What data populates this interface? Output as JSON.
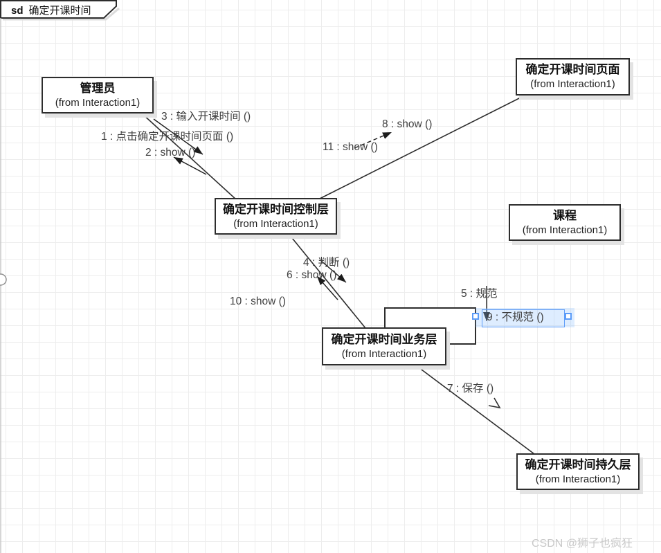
{
  "frame": {
    "tag_label": "sd",
    "title": "确定开课时间"
  },
  "nodes": [
    {
      "title": "管理员",
      "subtitle": "(from Interaction1)"
    },
    {
      "title": "确定开课时间页面",
      "subtitle": "(from Interaction1)"
    },
    {
      "title": "确定开课时间控制层",
      "subtitle": "(from Interaction1)"
    },
    {
      "title": "课程",
      "subtitle": "(from Interaction1)"
    },
    {
      "title": "确定开课时间业务层",
      "subtitle": "(from Interaction1)"
    },
    {
      "title": "确定开课时间持久层",
      "subtitle": "(from Interaction1)"
    }
  ],
  "messages": [
    {
      "text": "1 : 点击确定开课时间页面 ()"
    },
    {
      "text": "2 : show ()"
    },
    {
      "text": "3 : 输入开课时间 ()"
    },
    {
      "text": "4 : 判断 ()"
    },
    {
      "text": "5 : 规范"
    },
    {
      "text": "6 : show ()"
    },
    {
      "text": "7 : 保存 ()"
    },
    {
      "text": "8 : show ()"
    },
    {
      "text": "9 : 不规范 ()"
    },
    {
      "text": "10 : show ()"
    },
    {
      "text": "11 : show ()"
    }
  ],
  "watermark": "CSDN @狮子也疯狂",
  "colors": {
    "line": "#2d2d2d",
    "grid": "#ededed",
    "selection": "#5b9bf8",
    "shadow": "#e3e3e3",
    "watermark": "#c9c9c9"
  }
}
